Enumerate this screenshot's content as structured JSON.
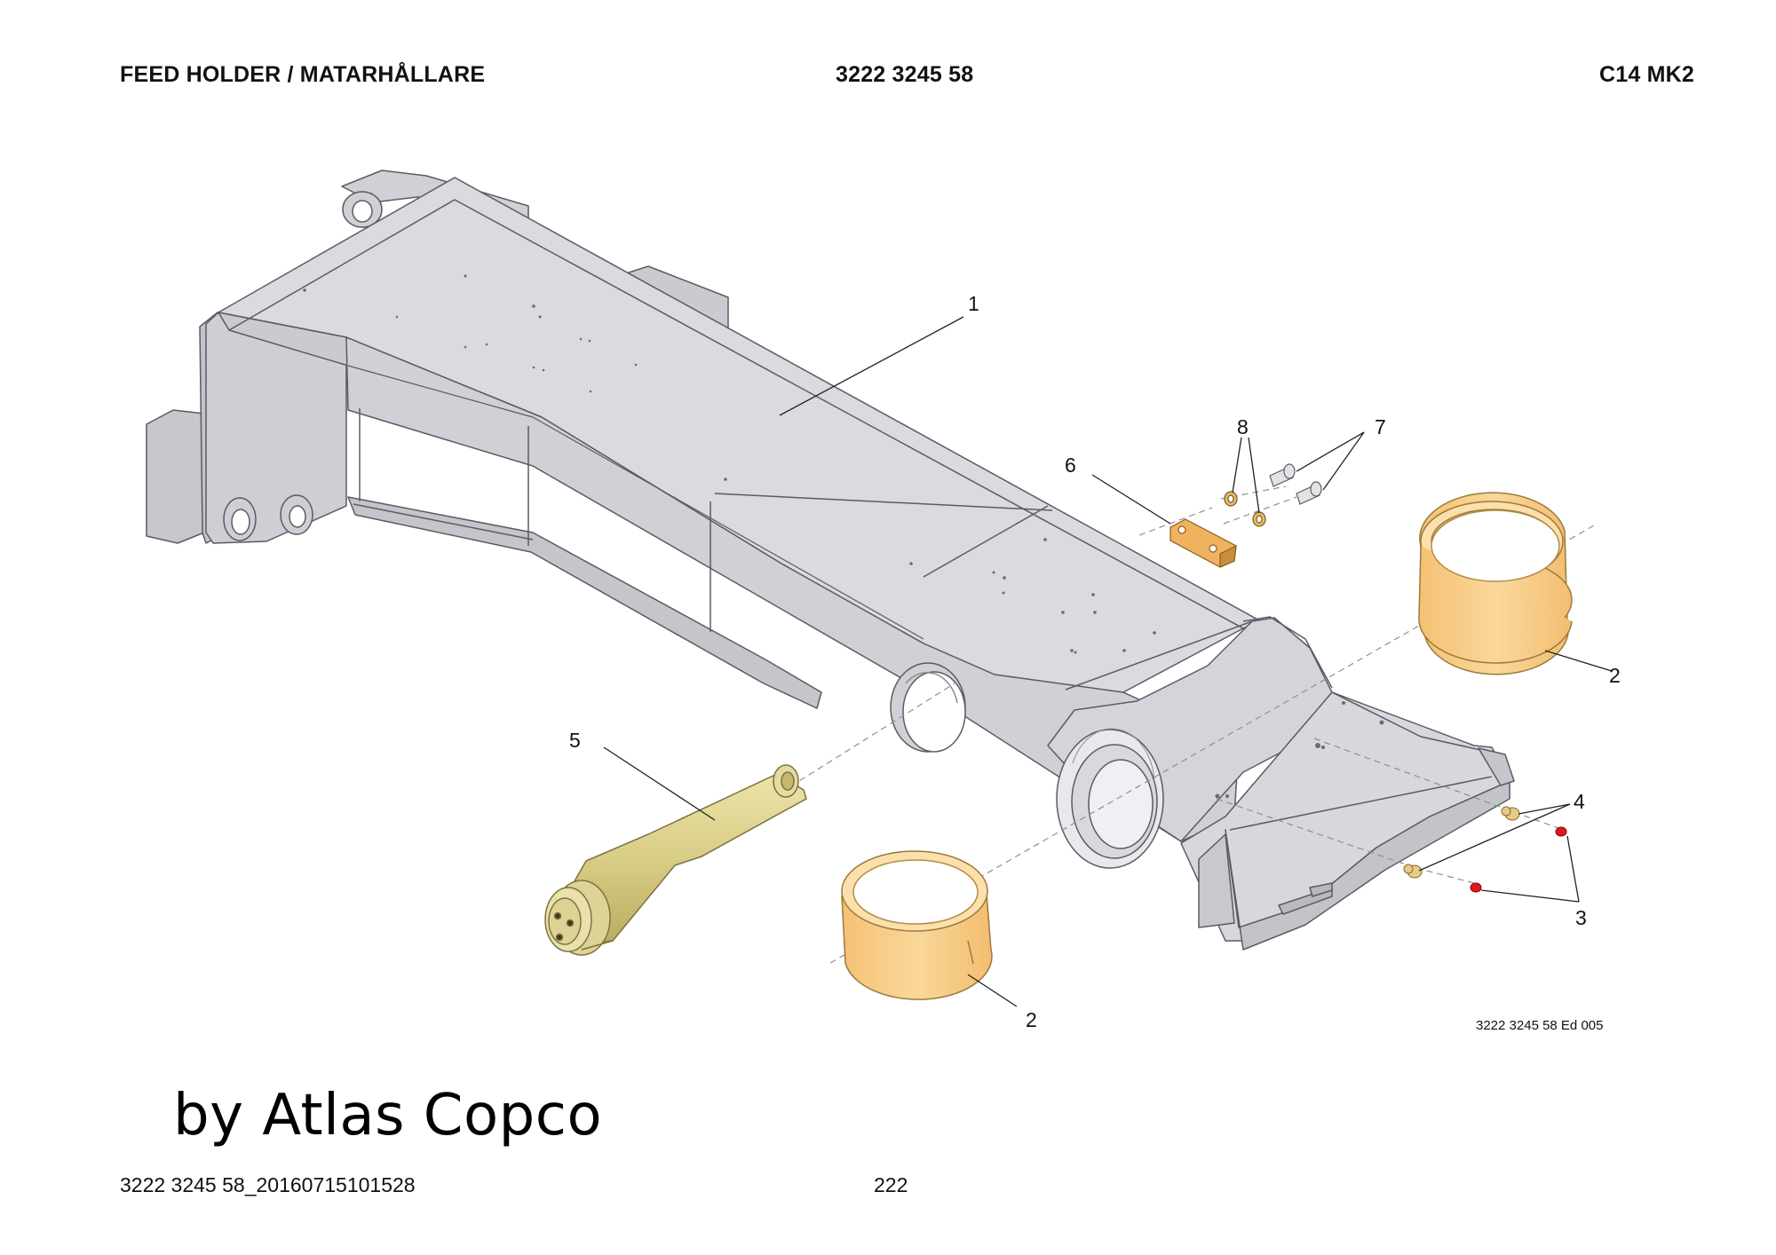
{
  "header": {
    "title": "FEED HOLDER / MATARHÅLLARE",
    "part_number": "3222 3245 58",
    "model": "C14 MK2"
  },
  "callouts": [
    "1",
    "2",
    "2",
    "3",
    "4",
    "5",
    "6",
    "7",
    "8"
  ],
  "edition_label": "3222 3245 58 Ed 005",
  "watermark": "by Atlas Copco",
  "footer": {
    "document_id": "3222 3245 58_20160715101528",
    "page_number": "222"
  },
  "colors": {
    "body_fill": "#d4d6dc",
    "body_stroke": "#5a5c62",
    "bushing_fill": "#f7c97e",
    "pin_fill": "#d9cf8a",
    "plate_fill": "#f0b25e",
    "plug_red": "#e01a1a",
    "nipple_fill": "#e7c98a"
  }
}
